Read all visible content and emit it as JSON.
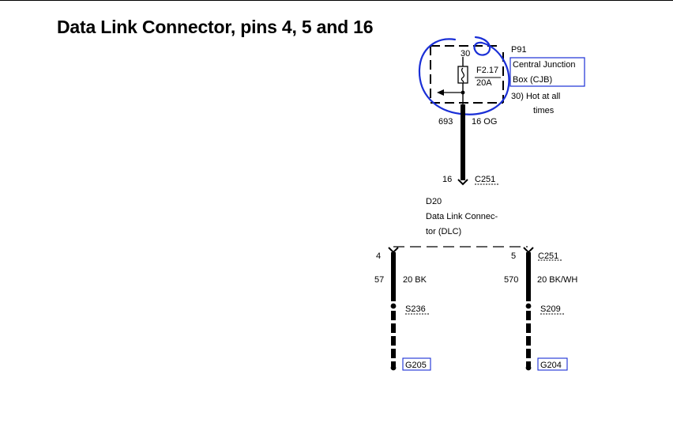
{
  "title": "Data Link Connector, pins 4, 5 and 16",
  "cjb": {
    "ref": "P91",
    "pin": "30",
    "fuse": "F2.17",
    "rating": "20A",
    "name_line1": "Central Junction",
    "name_line2": "Box (CJB)",
    "note_line1": "30)  Hot at all",
    "note_line2": "times"
  },
  "circuit_top": {
    "number": "693",
    "gauge_color": "16 OG"
  },
  "dlc_top": {
    "pin": "16",
    "connector": "C251"
  },
  "dlc": {
    "ref": "D20",
    "line1": "Data Link Connec-",
    "line2": "tor (DLC)"
  },
  "left_branch": {
    "pin": "4",
    "circuit": "57",
    "gauge_color": "20 BK",
    "splice": "S236",
    "ground": "G205"
  },
  "right_branch": {
    "pin": "5",
    "connector": "C251",
    "circuit": "570",
    "gauge_color": "20 BK/WH",
    "splice": "S209",
    "ground": "G204"
  },
  "colors": {
    "annotation_blue": "#1a2fd6",
    "ink": "#000000"
  }
}
